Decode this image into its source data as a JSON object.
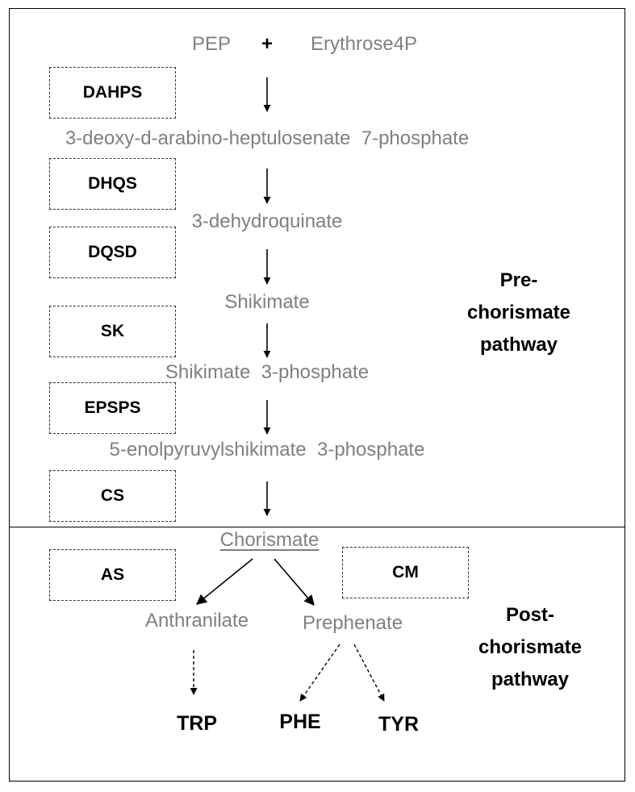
{
  "metabolites": {
    "pep": "PEP",
    "plus": "+",
    "erythrose": "Erythrose4P",
    "dahp": "3-deoxy-d-arabino-heptulosenate  7-phosphate",
    "dhq": "3-dehydroquinate",
    "shikimate": "Shikimate",
    "s3p": "Shikimate  3-phosphate",
    "epsp": "5-enolpyruvylshikimate  3-phosphate",
    "chorismate": "Chorismate",
    "anthranilate": "Anthranilate",
    "prephenate": "Prephenate"
  },
  "enzymes": {
    "dahps": "DAHPS",
    "dhqs": "DHQS",
    "dqsd": "DQSD",
    "sk": "SK",
    "epsps": "EPSPS",
    "cs": "CS",
    "as": "AS",
    "cm": "CM"
  },
  "products": {
    "trp": "TRP",
    "phe": "PHE",
    "tyr": "TYR"
  },
  "sections": {
    "pre_line1": "Pre-chorismate",
    "pre_line2": "pathway",
    "post_line1": "Post-chorismate",
    "post_line2": "pathway"
  },
  "colors": {
    "metabolite_text": "#808080",
    "label_text": "#000000",
    "border": "#000000"
  }
}
